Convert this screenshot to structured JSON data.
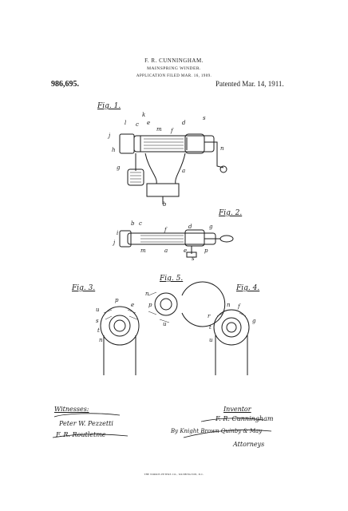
{
  "header": {
    "inventor": "F. R. CUNNINGHAM.",
    "title": "MAINSPRING WINDER.",
    "application": "APPLICATION FILED MAR. 16, 1909.",
    "number": "986,695.",
    "patented": "Patented Mar. 14, 1911."
  },
  "figures": {
    "fig1": "Fig. 1.",
    "fig2": "Fig. 2.",
    "fig3": "Fig. 3.",
    "fig4": "Fig. 4.",
    "fig5": "Fig. 5."
  },
  "labels": {
    "fig1": [
      "l",
      "c",
      "k",
      "e",
      "m",
      "f",
      "d",
      "s",
      "j",
      "h",
      "g",
      "n",
      "a",
      "b"
    ],
    "fig2": [
      "b",
      "c",
      "i",
      "j",
      "f",
      "d",
      "g",
      "p",
      "m",
      "a",
      "e",
      "s"
    ],
    "fig3": [
      "p",
      "u",
      "s",
      "t",
      "n",
      "e"
    ],
    "fig4": [
      "n",
      "f",
      "g",
      "r",
      "t",
      "u"
    ],
    "fig5": [
      "n",
      "p",
      "u"
    ]
  },
  "witnesses": {
    "heading": "Witnesses:",
    "signature1": "Peter W. Pezzetti",
    "signature2": "F. R. Routletme"
  },
  "inventor_block": {
    "heading": "Inventor",
    "signature": "F. R. Cunningham",
    "by_line": "By Knight Brown Quinby & May",
    "attorneys": "Attorneys"
  },
  "footer": "THE NORRIS PETERS CO., WASHINGTON, D.C."
}
